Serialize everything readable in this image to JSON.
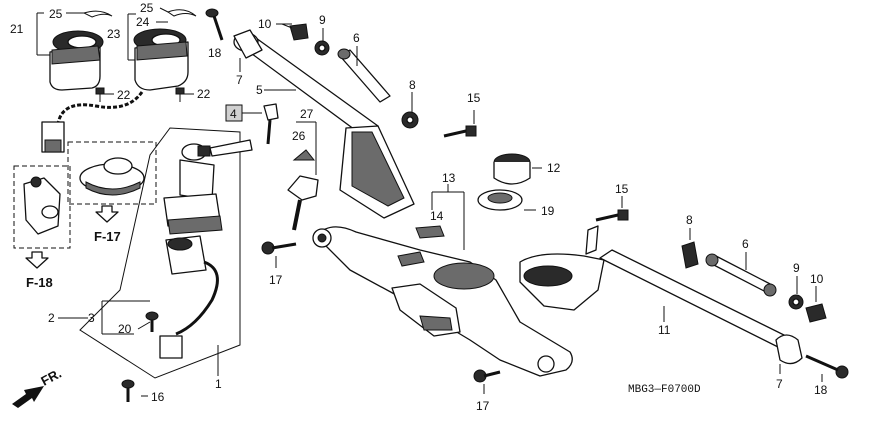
{
  "callouts": {
    "n1": "1",
    "n2": "2",
    "n3": "3",
    "n4": "4",
    "n5": "5",
    "n6": "6",
    "n7": "7",
    "n8": "8",
    "n9": "9",
    "n10": "10",
    "n11": "11",
    "n12": "12",
    "n13": "13",
    "n14": "14",
    "n15": "15",
    "n16": "16",
    "n17": "17",
    "n18": "18",
    "n19": "19",
    "n20": "20",
    "n21": "21",
    "n22": "22",
    "n23": "23",
    "n24": "24",
    "n25": "25",
    "n26": "26",
    "n27": "27"
  },
  "refs": {
    "f17": "F-17",
    "f18": "F-18"
  },
  "direction": "FR.",
  "diagram_code": "MBG3—F0700D"
}
